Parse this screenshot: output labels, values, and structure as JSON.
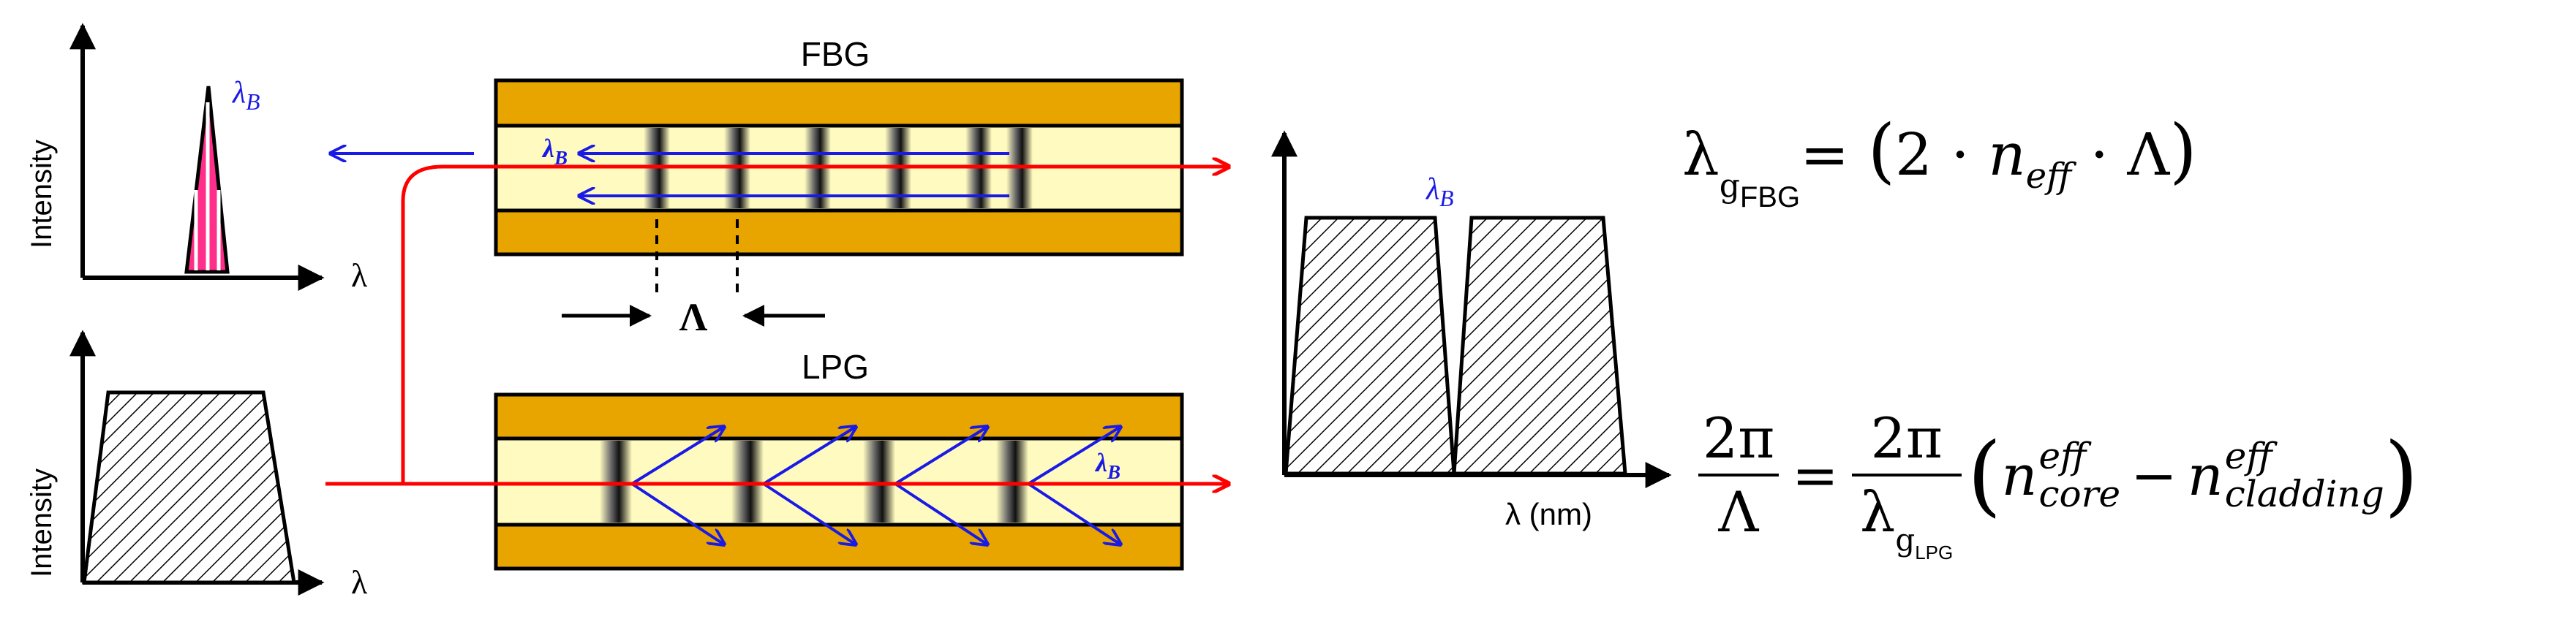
{
  "fbg": {
    "title": "FBG",
    "bragg_label": "λB",
    "period_label": "Λ"
  },
  "lpg": {
    "title": "LPG",
    "bragg_label": "λB"
  },
  "reflected_spectrum": {
    "ylabel": "Intensity",
    "xlabel": "λ",
    "peak_label": "λB"
  },
  "input_spectrum": {
    "ylabel": "Intensity",
    "xlabel": "λ"
  },
  "transmitted_spectrum": {
    "xlabel": "λ (nm)",
    "notch_label": "λB"
  },
  "equations": {
    "fbg": {
      "lhs_symbol": "λ",
      "lhs_sub": "g",
      "lhs_subsub": "FBG",
      "equals": "=",
      "open": "(",
      "two": "2",
      "dot1": "·",
      "n": "n",
      "n_sub": "eff",
      "dot2": "·",
      "period": "Λ",
      "close": ")"
    },
    "lpg": {
      "left_num": "2π",
      "left_den": "Λ",
      "equals": "=",
      "right_num": "2π",
      "right_den_symbol": "λ",
      "right_den_sub": "g",
      "right_den_subsub": "LPG",
      "open": "(",
      "n1": "n",
      "n1_sup": "eff",
      "n1_sub": "core",
      "minus": "−",
      "n2": "n",
      "n2_sup": "eff",
      "n2_sub": "cladding",
      "close": ")"
    }
  },
  "colors": {
    "fiber_gold": "#E8A500",
    "core_yellow": "#FFFBC0",
    "red_path": "#FF0000",
    "blue_arrows": "#1A1AE6",
    "peak_pink": "#FF2E8A"
  }
}
